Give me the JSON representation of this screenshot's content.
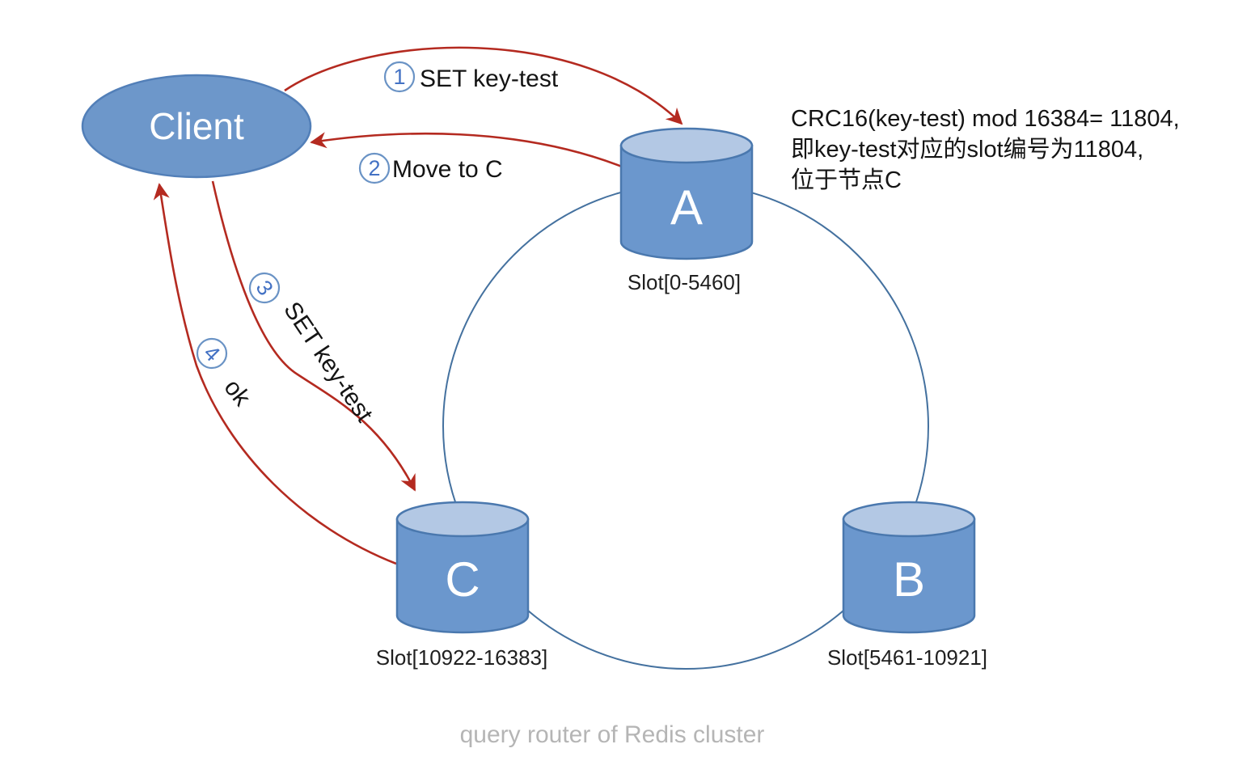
{
  "colors": {
    "node_fill": "#6b97cd",
    "node_top_fill": "#b3c8e4",
    "node_stroke": "#4a78ae",
    "client_fill": "#6d97ca",
    "ring_stroke": "#44719f",
    "arrow_red": "#b42a20",
    "badge_stroke": "#6a93c5",
    "badge_number": "#4472c4",
    "label_text": "#1f1f1f",
    "caption_text": "#b5b5b5"
  },
  "client": {
    "label": "Client"
  },
  "nodes": [
    {
      "label": "A",
      "slot": "Slot[0-5460]"
    },
    {
      "label": "B",
      "slot": "Slot[5461-10921]"
    },
    {
      "label": "C",
      "slot": "Slot[10922-16383]"
    }
  ],
  "steps": [
    {
      "num": "1",
      "label": "SET key-test"
    },
    {
      "num": "2",
      "label": "Move to C"
    },
    {
      "num": "3",
      "label": "SET key-test"
    },
    {
      "num": "4",
      "label": "ok"
    }
  ],
  "annotation": {
    "line1": "CRC16(key-test) mod 16384= 11804,",
    "line2": "即key-test对应的slot编号为11804,",
    "line3": "位于节点C"
  },
  "caption": "query router of Redis cluster"
}
